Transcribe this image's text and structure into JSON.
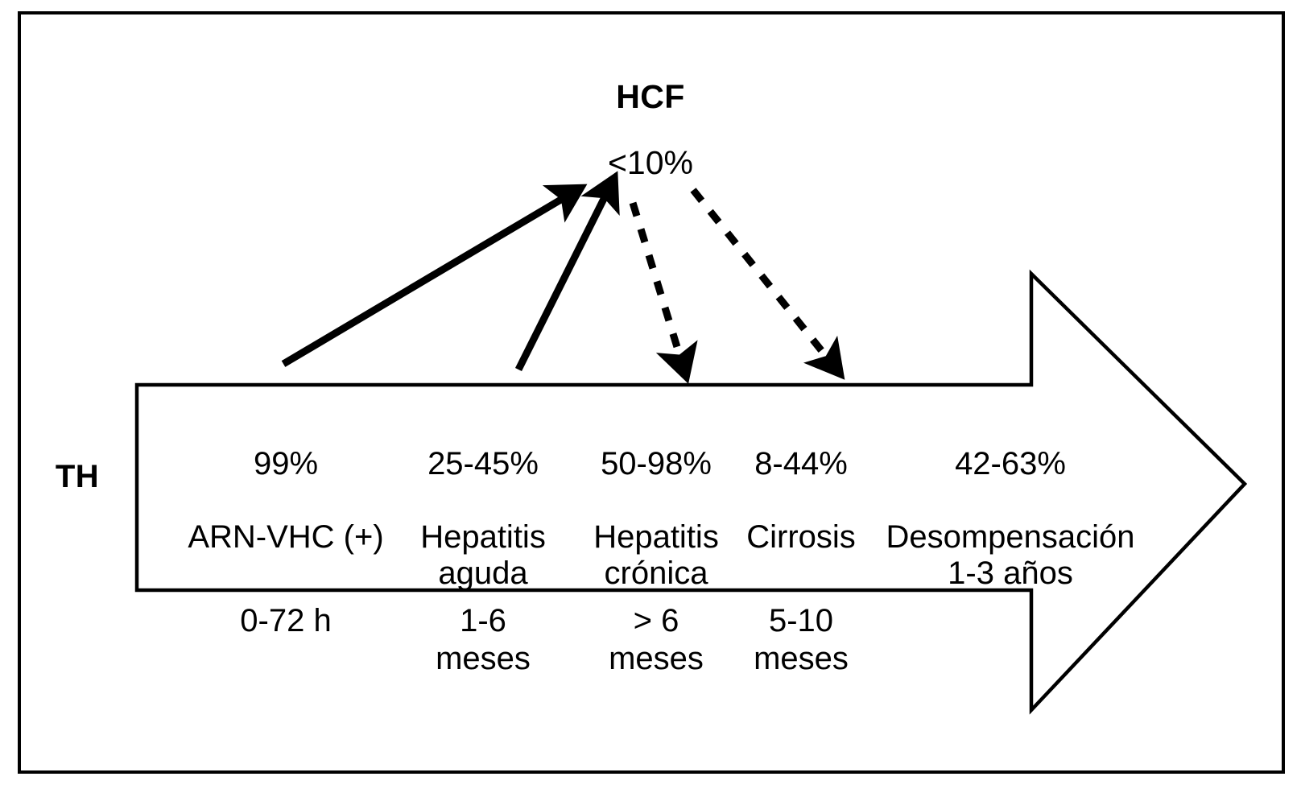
{
  "diagram": {
    "title_label": "HCF",
    "title_value": "<10%",
    "left_axis_label": "TH",
    "stages": [
      {
        "percent": "99%",
        "name": "ARN-VHC (+)",
        "timing": "0-72 h"
      },
      {
        "percent": "25-45%",
        "name": "Hepatitis\naguda",
        "timing": "1-6\nmeses"
      },
      {
        "percent": "50-98%",
        "name": "Hepatitis\ncrónica",
        "timing": "> 6\nmeses"
      },
      {
        "percent": "8-44%",
        "name": "Cirrosis",
        "timing": "5-10\nmeses"
      },
      {
        "percent": "42-63%",
        "name": "Desompensación\n1-3 años",
        "timing": ""
      }
    ],
    "connectors": [
      {
        "style": "solid",
        "direction": "to-hcf",
        "from_stage": "ARN-VHC (+)",
        "to": "HCF"
      },
      {
        "style": "solid",
        "direction": "to-hcf",
        "from_stage": "Hepatitis aguda",
        "to": "HCF"
      },
      {
        "style": "dashed",
        "direction": "from-hcf",
        "from": "HCF",
        "to_stage": "Hepatitis crónica"
      },
      {
        "style": "dashed",
        "direction": "from-hcf",
        "from": "HCF",
        "to_stage": "Cirrosis"
      }
    ],
    "colors": {
      "stroke": "#000000",
      "background": "#ffffff"
    }
  }
}
